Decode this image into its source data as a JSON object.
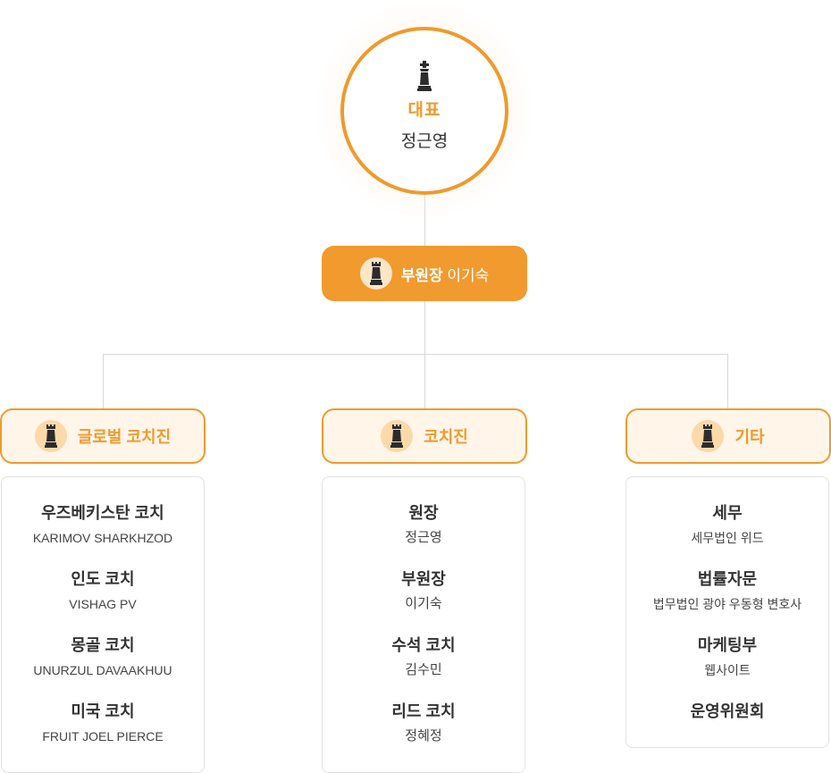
{
  "ceo": {
    "role": "대표",
    "name": "정근영",
    "icon": "chess-rook-icon"
  },
  "vice": {
    "role": "부원장",
    "name": "이기숙",
    "icon": "chess-rook-icon"
  },
  "departments": [
    {
      "title": "글로벌 코치진",
      "icon": "chess-rook-icon",
      "members": [
        {
          "title": "우즈베키스탄 코치",
          "name": "KARIMOV SHARKHZOD"
        },
        {
          "title": "인도 코치",
          "name": "VISHAG PV"
        },
        {
          "title": "몽골 코치",
          "name": "UNURZUL DAVAAKHUU"
        },
        {
          "title": "미국 코치",
          "name": "FRUIT JOEL PIERCE"
        }
      ]
    },
    {
      "title": "코치진",
      "icon": "chess-rook-icon",
      "members": [
        {
          "title": "원장",
          "name": "정근영"
        },
        {
          "title": "부원장",
          "name": "이기숙"
        },
        {
          "title": "수석 코치",
          "name": "김수민"
        },
        {
          "title": "리드 코치",
          "name": "정혜정"
        }
      ]
    },
    {
      "title": "기타",
      "icon": "chess-rook-icon",
      "members": [
        {
          "title": "세무",
          "name": "세무법인 위드"
        },
        {
          "title": "법률자문",
          "name": "법무법인 광야 우동형 변호사"
        },
        {
          "title": "마케팅부",
          "name": "웹사이트"
        },
        {
          "title": "운영위원회",
          "name": ""
        }
      ]
    }
  ],
  "colors": {
    "accent": "#ef9a2c",
    "vice_bg": "#f19a2e",
    "dept_bg": "#fff5e9",
    "line": "#d8d8d8"
  }
}
